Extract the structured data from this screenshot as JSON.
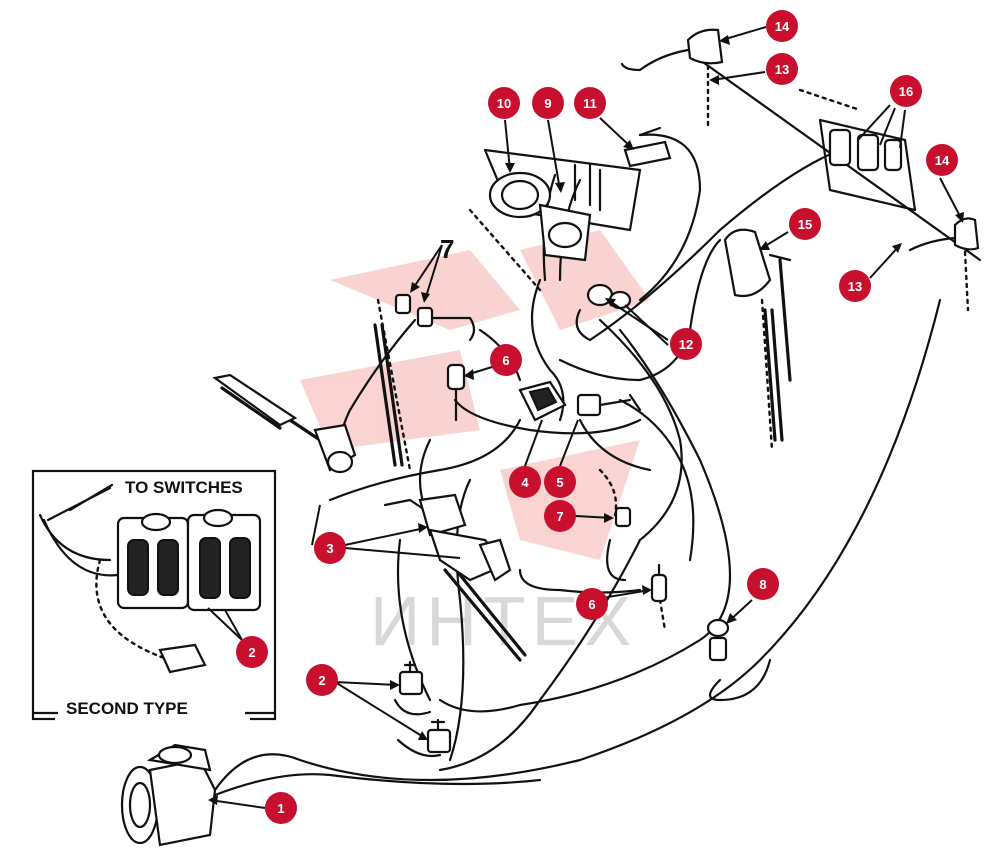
{
  "colors": {
    "callout_fill": "#c8102e",
    "callout_text": "#ffffff",
    "linework": "#111111",
    "watermark": "#f2c9c9"
  },
  "watermark": {
    "text": "ИНТЕХ"
  },
  "inset": {
    "top_label": "TO SWITCHES",
    "bottom_label": "SECOND TYPE"
  },
  "bare_labels": {
    "item7_top": "7"
  },
  "callouts": [
    {
      "id": "c1",
      "label": "1"
    },
    {
      "id": "c2_inset",
      "label": "2"
    },
    {
      "id": "c2_main",
      "label": "2"
    },
    {
      "id": "c3",
      "label": "3"
    },
    {
      "id": "c4",
      "label": "4"
    },
    {
      "id": "c5",
      "label": "5"
    },
    {
      "id": "c6_upper",
      "label": "6"
    },
    {
      "id": "c6_lower",
      "label": "6"
    },
    {
      "id": "c7",
      "label": "7"
    },
    {
      "id": "c8",
      "label": "8"
    },
    {
      "id": "c9",
      "label": "9"
    },
    {
      "id": "c10",
      "label": "10"
    },
    {
      "id": "c11",
      "label": "11"
    },
    {
      "id": "c12",
      "label": "12"
    },
    {
      "id": "c13_upper",
      "label": "13"
    },
    {
      "id": "c13_lower",
      "label": "13"
    },
    {
      "id": "c14_upper",
      "label": "14"
    },
    {
      "id": "c14_right",
      "label": "14"
    },
    {
      "id": "c15",
      "label": "15"
    },
    {
      "id": "c16",
      "label": "16"
    }
  ]
}
